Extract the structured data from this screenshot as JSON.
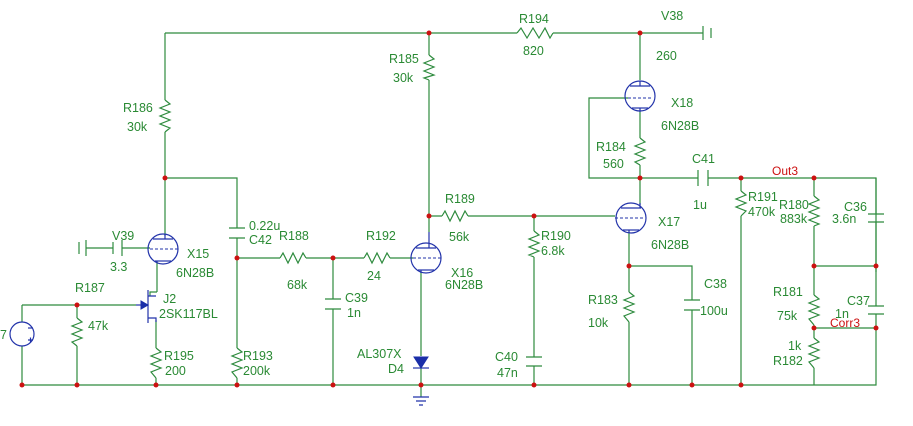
{
  "labels": {
    "R194": "R194",
    "v_R194": "820",
    "V38": "V38",
    "v_V38": "260",
    "R185": "R185",
    "v_R185": "30k",
    "R186": "R186",
    "v_R186": "30k",
    "X18": "X18",
    "t_X18": "6N28B",
    "R184": "R184",
    "v_R184": "560",
    "C41": "C41",
    "v_C41": "1u",
    "Out3": "Out3",
    "R191": "R191",
    "v_R191": "470k",
    "R180": "R180",
    "v_R180": "883k",
    "C36": "C36",
    "v_C36": "3.6n",
    "R189": "R189",
    "v_R189": "56k",
    "X17": "X17",
    "t_X17": "6N28B",
    "V39": "V39",
    "v_V39": "3.3",
    "X15": "X15",
    "t_X15": "6N28B",
    "C42": "C42",
    "v_C42": "0.22u",
    "R188": "R188",
    "v_R188": "68k",
    "R192": "R192",
    "v_R192": "24",
    "X16": "X16",
    "t_X16": "6N28B",
    "R190": "R190",
    "v_R190": "6.8k",
    "C38": "C38",
    "v_C38": "100u",
    "R181": "R181",
    "v_R181": "75k",
    "C37": "C37",
    "v_C37": "1n",
    "Corr3": "Corr3",
    "R187": "R187",
    "v_R187": "47k",
    "J2": "J2",
    "t_J2": "2SK117BL",
    "C39": "C39",
    "v_C39": "1n",
    "R183": "R183",
    "v_R183": "10k",
    "R182": "R182",
    "v_R182": "1k",
    "R195": "R195",
    "v_R195": "200",
    "R193": "R193",
    "v_R193": "200k",
    "D4": "D4",
    "t_D4": "AL307X",
    "C40": "C40",
    "v_C40": "47n",
    "src": "7"
  }
}
